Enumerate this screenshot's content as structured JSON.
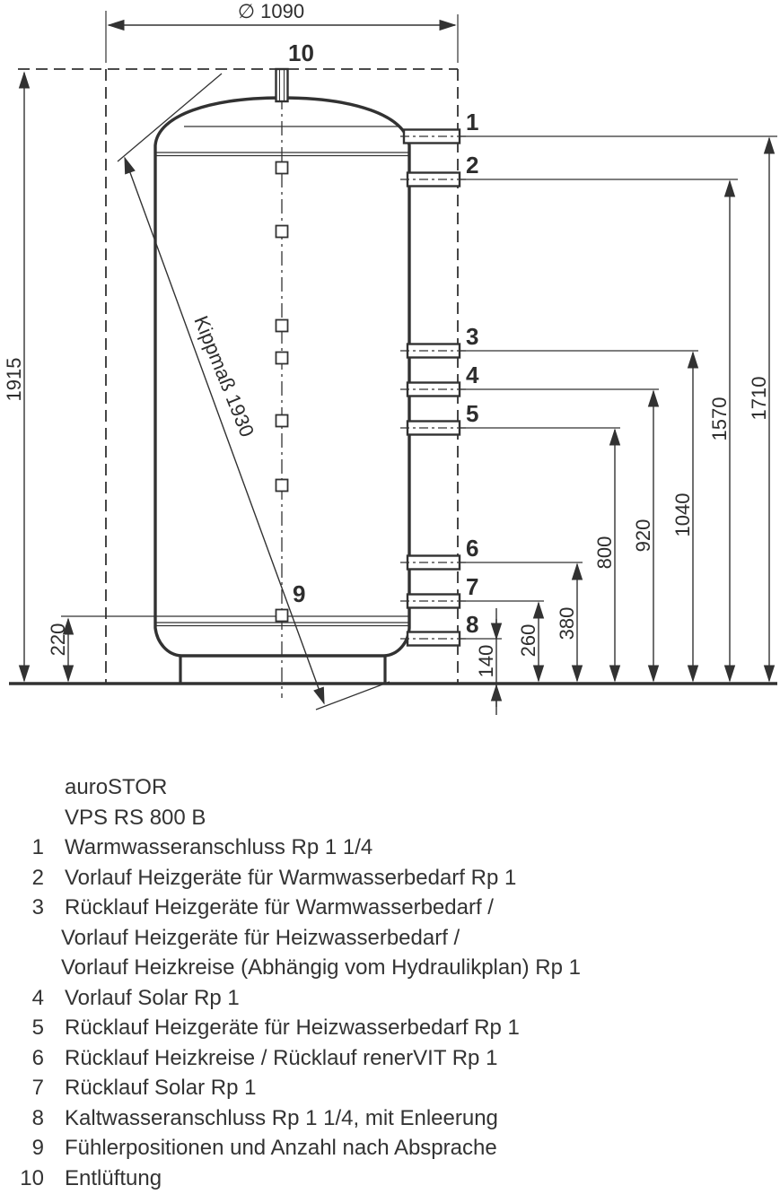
{
  "drawing": {
    "diameter_dim": "∅ 1090",
    "tilt_dim": "Kippmaß 1930",
    "dims": {
      "d1915": "1915",
      "d220": "220",
      "d140": "140",
      "d260": "260",
      "d380": "380",
      "d800": "800",
      "d920": "920",
      "d1040": "1040",
      "d1570": "1570",
      "d1710": "1710"
    },
    "ports": {
      "p1": "1",
      "p2": "2",
      "p3": "3",
      "p4": "4",
      "p5": "5",
      "p6": "6",
      "p7": "7",
      "p8": "8",
      "p9": "9",
      "p10": "10"
    }
  },
  "legend": {
    "title": "auroSTOR",
    "model": "VPS RS 800 B",
    "items": [
      {
        "num": "1",
        "lines": [
          "Warmwasseranschluss Rp 1 1/4"
        ]
      },
      {
        "num": "2",
        "lines": [
          "Vorlauf Heizgeräte für Warmwasserbedarf Rp 1"
        ]
      },
      {
        "num": "3",
        "lines": [
          "Rücklauf Heizgeräte für Warmwasserbedarf /",
          "Vorlauf Heizgeräte für Heizwasserbedarf /",
          "Vorlauf Heizkreise (Abhängig vom Hydraulikplan) Rp 1"
        ]
      },
      {
        "num": "4",
        "lines": [
          "Vorlauf Solar Rp 1"
        ]
      },
      {
        "num": "5",
        "lines": [
          "Rücklauf Heizgeräte für Heizwasserbedarf Rp 1"
        ]
      },
      {
        "num": "6",
        "lines": [
          "Rücklauf Heizkreise / Rücklauf renerVIT Rp 1"
        ]
      },
      {
        "num": "7",
        "lines": [
          "Rücklauf Solar Rp 1"
        ]
      },
      {
        "num": "8",
        "lines": [
          "Kaltwasseranschluss Rp 1 1/4, mit Enleerung"
        ]
      },
      {
        "num": "9",
        "lines": [
          "Fühlerpositionen und Anzahl nach Absprache"
        ]
      },
      {
        "num": "10",
        "lines": [
          "Entlüftung"
        ]
      }
    ]
  },
  "colors": {
    "ink": "#323232",
    "background": "#ffffff"
  }
}
